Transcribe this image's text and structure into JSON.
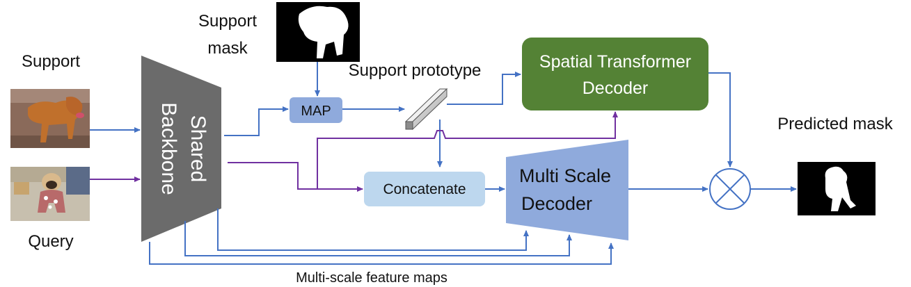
{
  "labels": {
    "support": "Support",
    "query": "Query",
    "support_mask": [
      "Support",
      "mask"
    ],
    "support_prototype": "Support prototype",
    "predicted_mask": "Predicted mask",
    "multi_scale_feature_maps": "Multi-scale feature maps"
  },
  "blocks": {
    "backbone": [
      "Shared",
      "Backbone"
    ],
    "map": "MAP",
    "concatenate": "Concatenate",
    "spatial_transformer_decoder": [
      "Spatial Transformer",
      "Decoder"
    ],
    "multi_scale_decoder": [
      "Multi Scale",
      "Decoder"
    ]
  },
  "icons": {
    "multiply": "circle-times-icon"
  },
  "colors": {
    "support_path": "#4472c4",
    "query_path": "#7030a0",
    "backbone": "#6b6b6b",
    "map_block": "#8faadc",
    "concatenate_block": "#bdd7ee",
    "spatial_transformer": "#548235",
    "multi_scale_decoder": "#8faadc"
  }
}
